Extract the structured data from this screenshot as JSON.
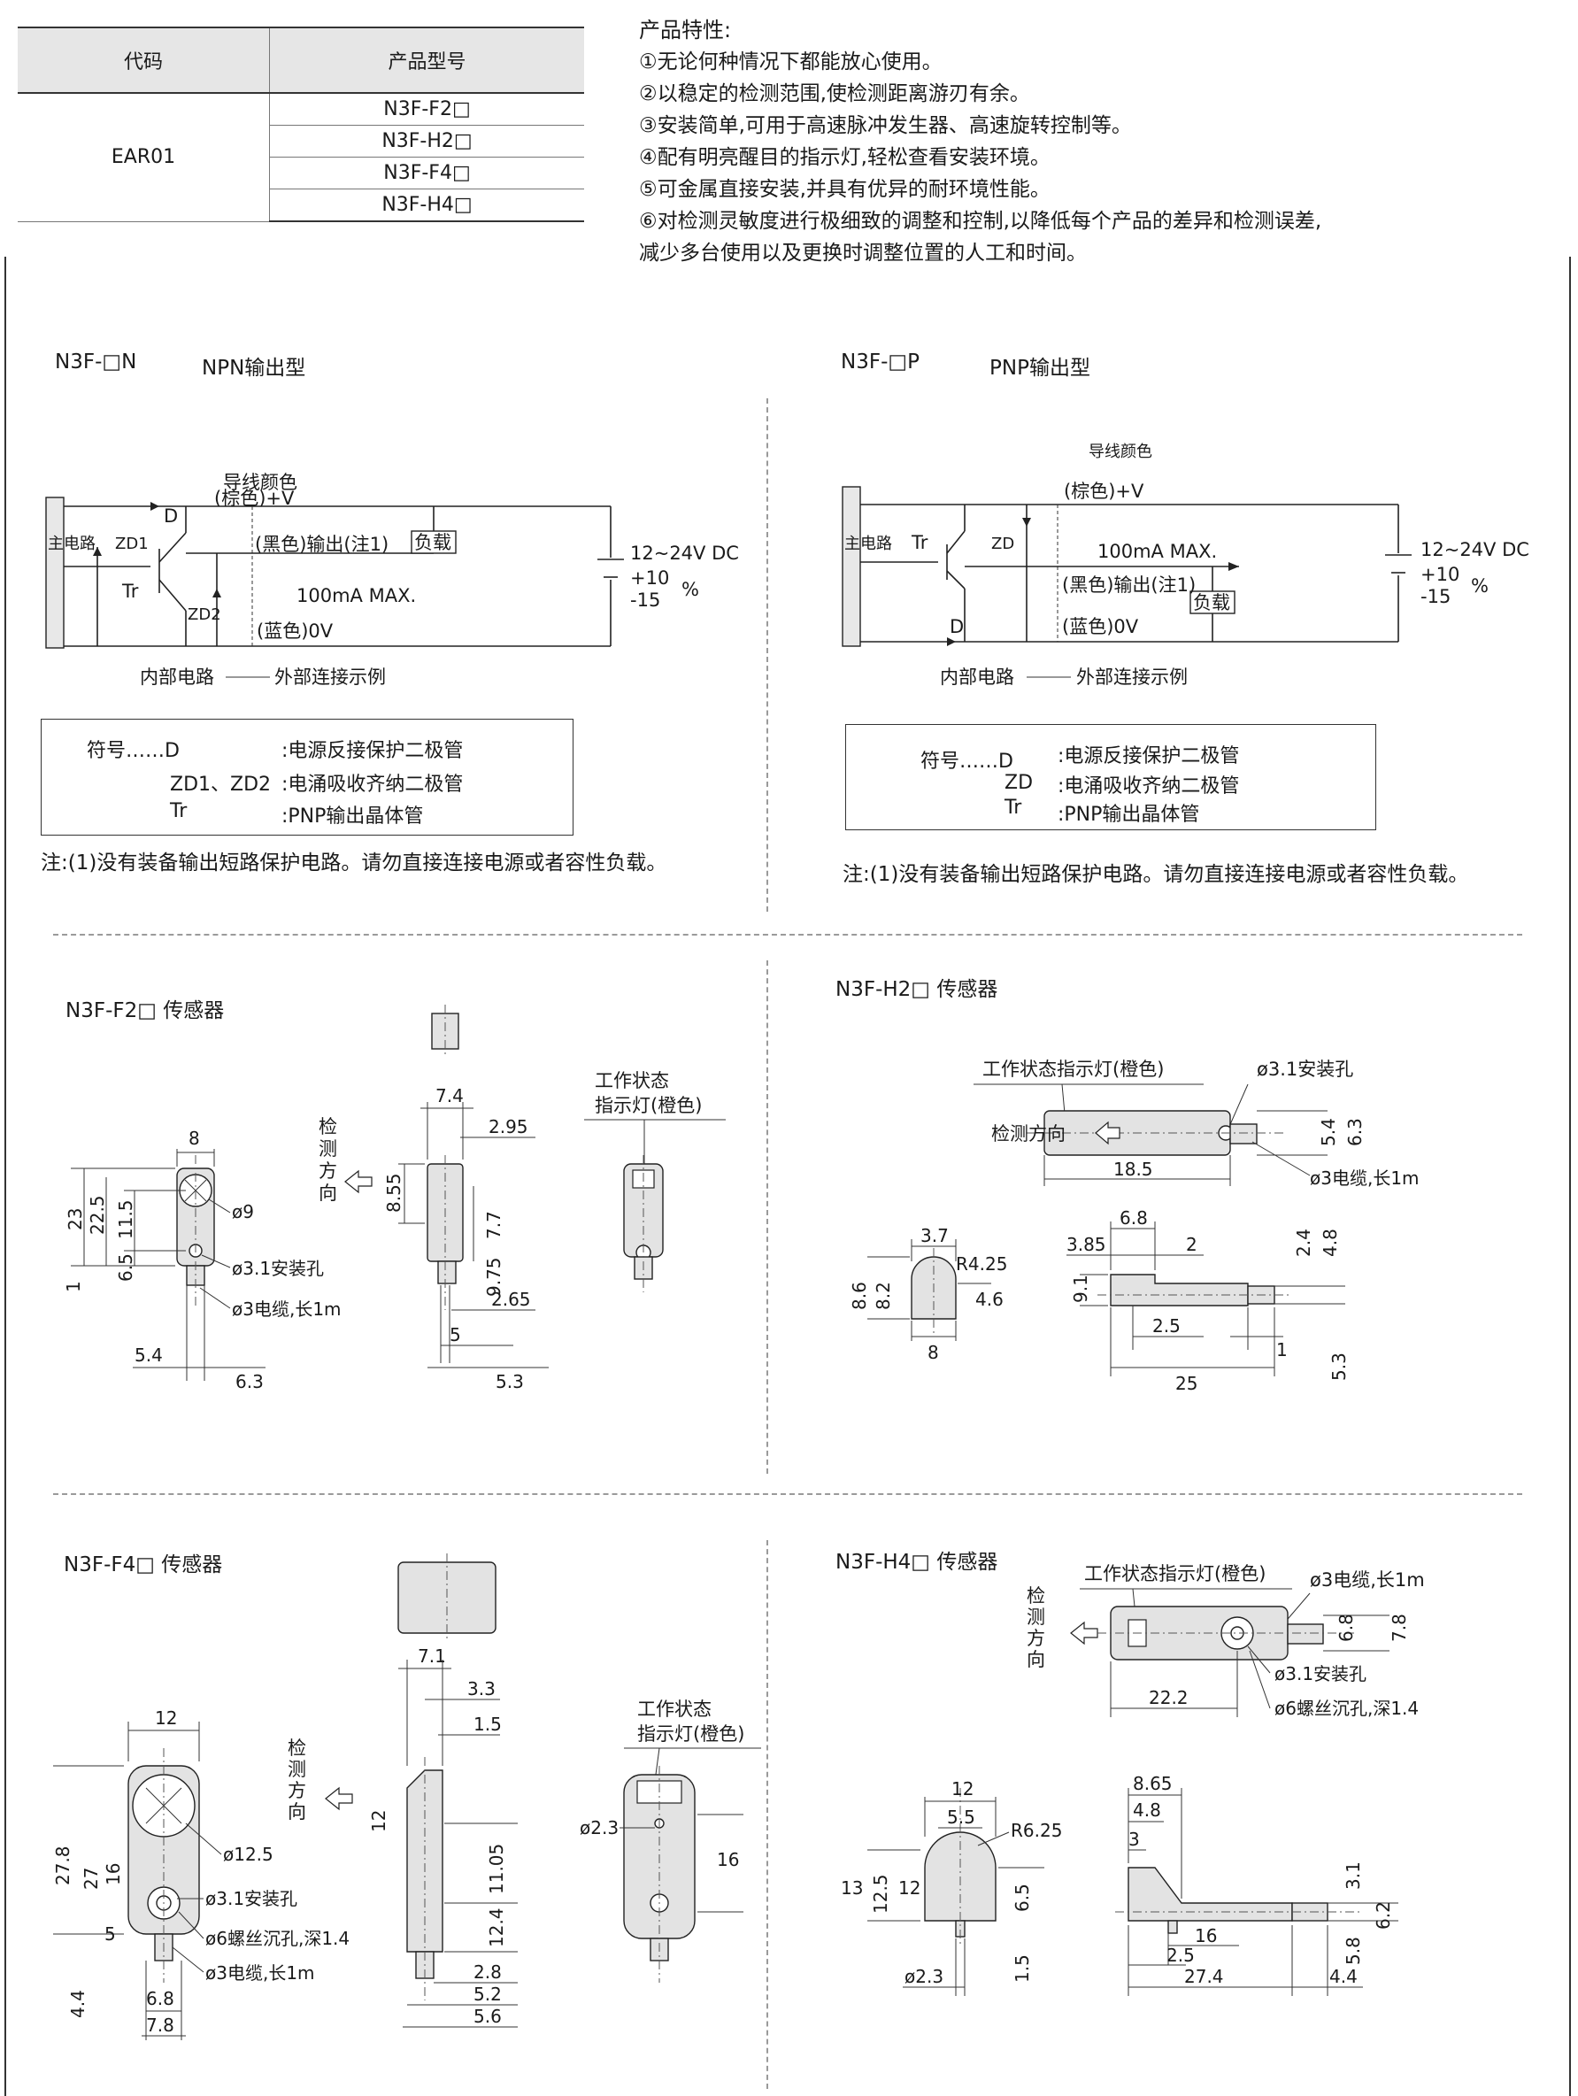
{
  "code_table": {
    "headers": [
      "代码",
      "产品型号"
    ],
    "code": "EAR01",
    "models": [
      "N3F-F2□",
      "N3F-H2□",
      "N3F-F4□",
      "N3F-H4□"
    ]
  },
  "features": {
    "title": "产品特性:",
    "items": [
      "①无论何种情况下都能放心使用。",
      "②以稳定的检测范围,使检测距离游刃有余。",
      "③安装简单,可用于高速脉冲发生器、高速旋转控制等。",
      "④配有明亮醒目的指示灯,轻松查看安装环境。",
      "⑤可金属直接安装,并具有优异的耐环境性能。",
      "⑥对检测灵敏度进行极细致的调整和控制,以降低每个产品的差异和检测误差,",
      "减少多台使用以及更换时调整位置的人工和时间。"
    ]
  },
  "npn": {
    "model": "N3F-□N",
    "type": "NPN输出型",
    "wire_color": "导线颜色",
    "brown": "(棕色)+V",
    "black": "(黑色)输出(注1)",
    "blue": "(蓝色)0V",
    "load": "负载",
    "current": "100mA MAX.",
    "main_circuit": "主电路",
    "inner": "内部电路",
    "outer": "外部连接示例",
    "voltage": "12~24V DC",
    "tol_plus": "+10",
    "tol_minus": "-15",
    "pct": "%",
    "tr": "Tr",
    "d": "D",
    "zd1": "ZD1",
    "zd2": "ZD2",
    "legend": [
      {
        "sym": "符号……D",
        "desc": ":电源反接保护二极管"
      },
      {
        "sym": "ZD1、ZD2",
        "desc": ":电涌吸收齐纳二极管"
      },
      {
        "sym": "Tr",
        "desc": ":PNP输出晶体管"
      }
    ],
    "note": "注:(1)没有装备输出短路保护电路。请勿直接连接电源或者容性负载。"
  },
  "pnp": {
    "model": "N3F-□P",
    "type": "PNP输出型",
    "wire_color": "导线颜色",
    "brown": "(棕色)+V",
    "black": "(黑色)输出(注1)",
    "blue": "(蓝色)0V",
    "load": "负载",
    "current": "100mA MAX.",
    "main_circuit": "主电路",
    "inner": "内部电路",
    "outer": "外部连接示例",
    "voltage": "12~24V DC",
    "tol_plus": "+10",
    "tol_minus": "-15",
    "pct": "%",
    "tr": "Tr",
    "d": "D",
    "zd": "ZD",
    "legend": [
      {
        "sym": "符号……D",
        "desc": ":电源反接保护二极管"
      },
      {
        "sym": "ZD",
        "desc": ":电涌吸收齐纳二极管"
      },
      {
        "sym": "Tr",
        "desc": ":PNP输出晶体管"
      }
    ],
    "note": "注:(1)没有装备输出短路保护电路。请勿直接连接电源或者容性负载。"
  },
  "f2": {
    "title": "N3F-F2□ 传感器",
    "indicator": [
      "工作状态",
      "指示灯(橙色)"
    ],
    "direction": [
      "检",
      "测",
      "方",
      "向"
    ],
    "d9": "ø9",
    "hole": "ø3.1安装孔",
    "cable": "ø3电缆,长1m",
    "dims": {
      "w8": "8",
      "h23": "23",
      "h225": "22.5",
      "h115": "11.5",
      "h65": "6.5",
      "h1": "1",
      "b54": "5.4",
      "b63": "6.3",
      "s74": "7.4",
      "s295": "2.95",
      "s855": "8.55",
      "s77": "7.7",
      "s975": "9.75",
      "s265": "2.65",
      "s5": "5",
      "s53": "5.3"
    }
  },
  "h2": {
    "title": "N3F-H2□ 传感器",
    "indicator": "工作状态指示灯(橙色)",
    "hole": "ø3.1安装孔",
    "direction": "检测方向",
    "cable": "ø3电缆,长1m",
    "dims": {
      "w185": "18.5",
      "h54": "5.4",
      "h63": "6.3",
      "f37": "3.7",
      "fr": "R4.25",
      "f86": "8.6",
      "f82": "8.2",
      "f46": "4.6",
      "f8": "8",
      "s68": "6.8",
      "s385": "3.85",
      "s2": "2",
      "s91": "9.1",
      "s24": "2.4",
      "s48": "4.8",
      "s25a": "2.5",
      "s1": "1",
      "s25": "25",
      "s53": "5.3"
    }
  },
  "f4": {
    "title": "N3F-F4□ 传感器",
    "indicator": [
      "工作状态",
      "指示灯(橙色)"
    ],
    "direction": [
      "检",
      "测",
      "方",
      "向"
    ],
    "d125": "ø12.5",
    "hole": "ø3.1安装孔",
    "csink": "ø6螺丝沉孔,深1.4",
    "cable": "ø3电缆,长1m",
    "d23": "ø2.3",
    "dims": {
      "w12": "12",
      "h278": "27.8",
      "h27": "27",
      "h16": "16",
      "h5": "5",
      "h44": "4.4",
      "b68": "6.8",
      "b78": "7.8",
      "s71": "7.1",
      "s33": "3.3",
      "s15": "1.5",
      "s12": "12",
      "s1105": "11.05",
      "s124": "12.4",
      "s28": "2.8",
      "s52": "5.2",
      "s56": "5.6",
      "b16": "16"
    }
  },
  "h4": {
    "title": "N3F-H4□ 传感器",
    "indicator": "工作状态指示灯(橙色)",
    "cable": "ø3电缆,长1m",
    "direction": [
      "检",
      "测",
      "方",
      "向"
    ],
    "hole": "ø3.1安装孔",
    "csink": "ø6螺丝沉孔,深1.4",
    "dims": {
      "w222": "22.2",
      "h68": "6.8",
      "h78": "7.8",
      "f12": "12",
      "f55": "5.5",
      "fr": "R6.25",
      "f13": "13",
      "f125": "12.5",
      "f12b": "12",
      "f65": "6.5",
      "f15": "1.5",
      "fd23": "ø2.3",
      "s865": "8.65",
      "s48": "4.8",
      "s3": "3",
      "s31": "3.1",
      "s62": "6.2",
      "s16": "16",
      "s58": "5.8",
      "s25": "2.5",
      "s274": "27.4",
      "s44": "4.4"
    }
  }
}
